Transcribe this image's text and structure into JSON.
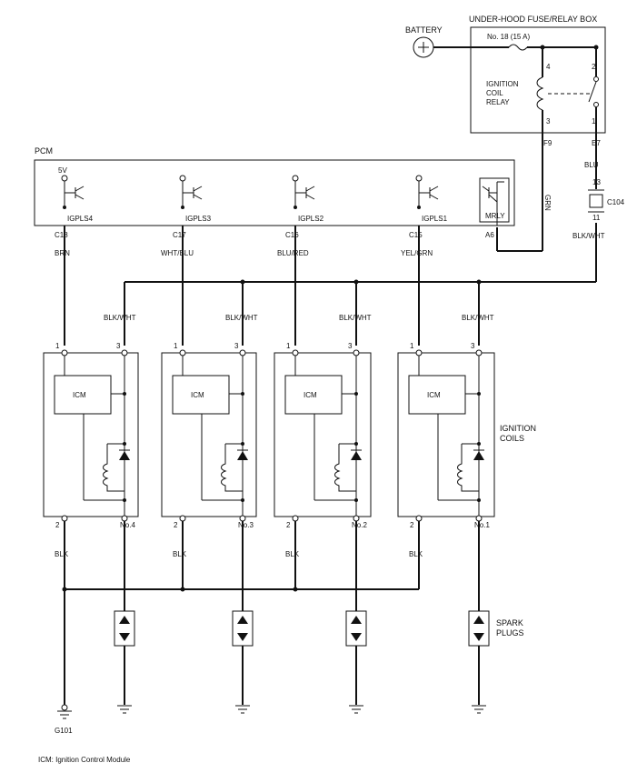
{
  "battery": {
    "label": "BATTERY"
  },
  "fuse_box": {
    "title": "UNDER-HOOD FUSE/RELAY BOX",
    "fuse": "No. 18 (15 A)",
    "relay_label": [
      "IGNITION",
      "COIL",
      "RELAY"
    ],
    "pins": {
      "top_left": "4",
      "top_right": "2",
      "bottom_left": "3",
      "bottom_right": "1"
    },
    "connector_left": "F9",
    "connector_right": "E7"
  },
  "pcm": {
    "title": "PCM",
    "supply": "5V",
    "mrly_label": "MRLY",
    "mrly_pin": "A6",
    "outputs": [
      {
        "label": "IGPLS4",
        "pin": "C18",
        "wire": "BRN"
      },
      {
        "label": "IGPLS3",
        "pin": "C17",
        "wire": "WHT/BLU"
      },
      {
        "label": "IGPLS2",
        "pin": "C16",
        "wire": "BLU/RED"
      },
      {
        "label": "IGPLS1",
        "pin": "C15",
        "wire": "YEL/GRN"
      }
    ]
  },
  "wires": {
    "grn": "GRN",
    "blu": "BLU",
    "blk_wht": "BLK/WHT",
    "blk": "BLK"
  },
  "connector_c104": {
    "name": "C104",
    "pin_top": "13",
    "pin_bottom": "11"
  },
  "coils": [
    {
      "icm": "ICM",
      "pin1": "1",
      "pin3": "3",
      "pin2": "2",
      "number": "No.4"
    },
    {
      "icm": "ICM",
      "pin1": "1",
      "pin3": "3",
      "pin2": "2",
      "number": "No.3"
    },
    {
      "icm": "ICM",
      "pin1": "1",
      "pin3": "3",
      "pin2": "2",
      "number": "No.2"
    },
    {
      "icm": "ICM",
      "pin1": "1",
      "pin3": "3",
      "pin2": "2",
      "number": "No.1"
    }
  ],
  "ignition_coils_label": [
    "IGNITION",
    "COILS"
  ],
  "spark_plugs_label": [
    "SPARK",
    "PLUGS"
  ],
  "ground": {
    "label": "G101"
  },
  "footnote": "ICM: Ignition Control Module"
}
